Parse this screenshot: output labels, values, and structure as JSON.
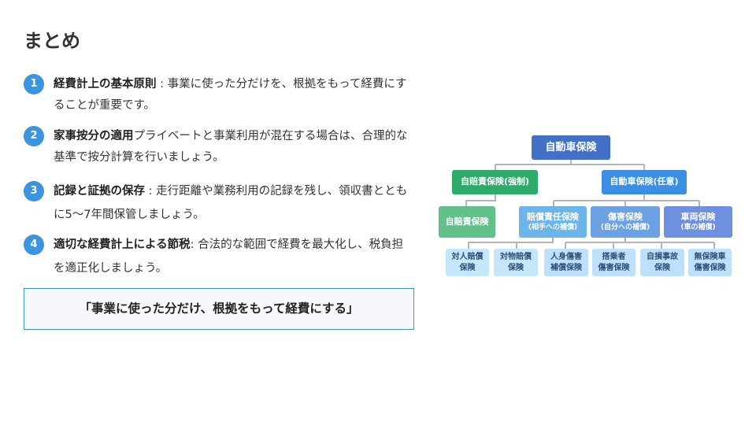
{
  "title": "まとめ",
  "items": [
    {
      "num": "1",
      "heading": "経費計上の基本原則",
      "body": " : 事業に使った分だけを、根拠をもって経費にすることが重要です。"
    },
    {
      "num": "2",
      "heading": "家事按分の適用",
      "body": "プライベートと事業利用が混在する場合は、合理的な基準で按分計算を行いましょう。"
    },
    {
      "num": "3",
      "heading": "記録と証拠の保存",
      "body": " : 走行距離や業務利用の記録を残し、領収書とともに5〜7年間保管しましょう。"
    },
    {
      "num": "4",
      "heading": "適切な経費計上による節税",
      "body": ": 合法的な範囲で経費を最大化し、税負担を適正化しましょう。"
    }
  ],
  "quote": "「事業に使った分だけ、根拠をもって経費にする」",
  "diagram": {
    "root": "自動車保険",
    "compulsory": "自賠責保険(強制)",
    "voluntary": "自動車保険(任意)",
    "jibaiseki": "自賠責保険",
    "liability": {
      "line1": "賠償責任保険",
      "line2": "(相手への補償)"
    },
    "injury": {
      "line1": "傷害保険",
      "line2": "(自分への補償)"
    },
    "vehicle": {
      "line1": "車両保険",
      "line2": "(車の補償)"
    },
    "leaves": [
      {
        "l1": "対人賠償",
        "l2": "保険"
      },
      {
        "l1": "対物賠償",
        "l2": "保険"
      },
      {
        "l1": "人身傷害",
        "l2": "補償保険"
      },
      {
        "l1": "搭乗者",
        "l2": "傷害保険"
      },
      {
        "l1": "自損事故",
        "l2": "保険"
      },
      {
        "l1": "無保険車",
        "l2": "傷害保険"
      }
    ]
  }
}
